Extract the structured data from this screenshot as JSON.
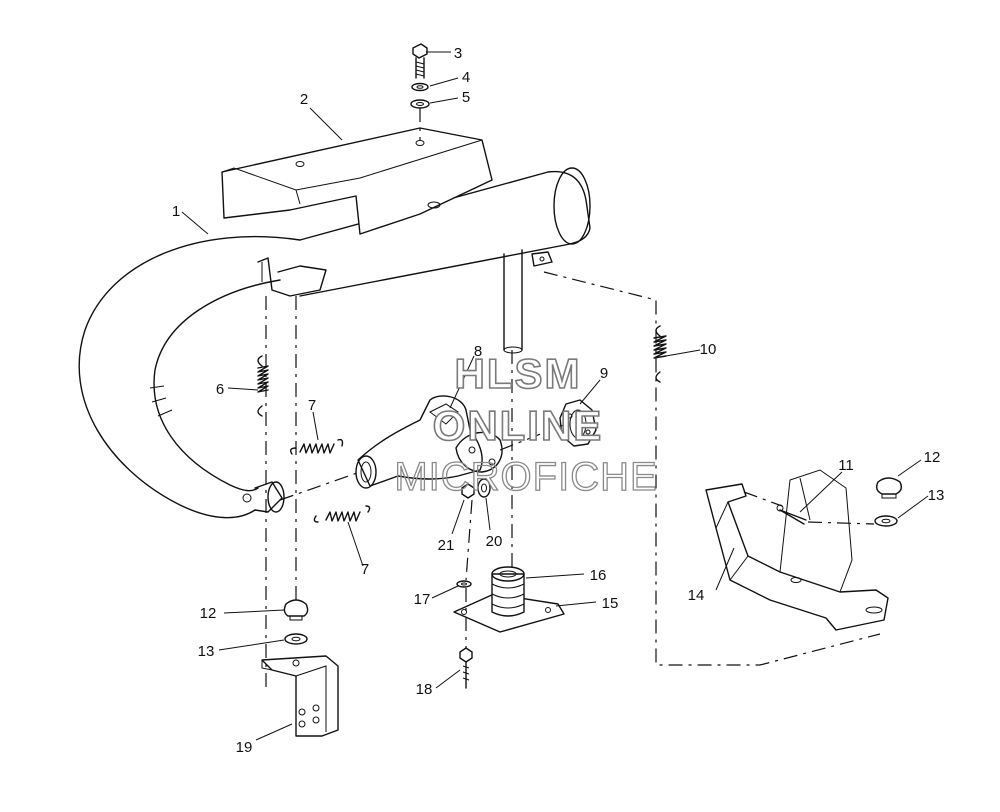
{
  "diagram": {
    "callouts": [
      "1",
      "2",
      "3",
      "4",
      "5",
      "6",
      "7",
      "7",
      "8",
      "9",
      "10",
      "11",
      "12",
      "12",
      "13",
      "13",
      "14",
      "15",
      "16",
      "17",
      "18",
      "19",
      "20",
      "21"
    ]
  },
  "watermark": {
    "line1": "HLSM",
    "line2": "ONLINE",
    "line3": "MICROFICHE"
  }
}
